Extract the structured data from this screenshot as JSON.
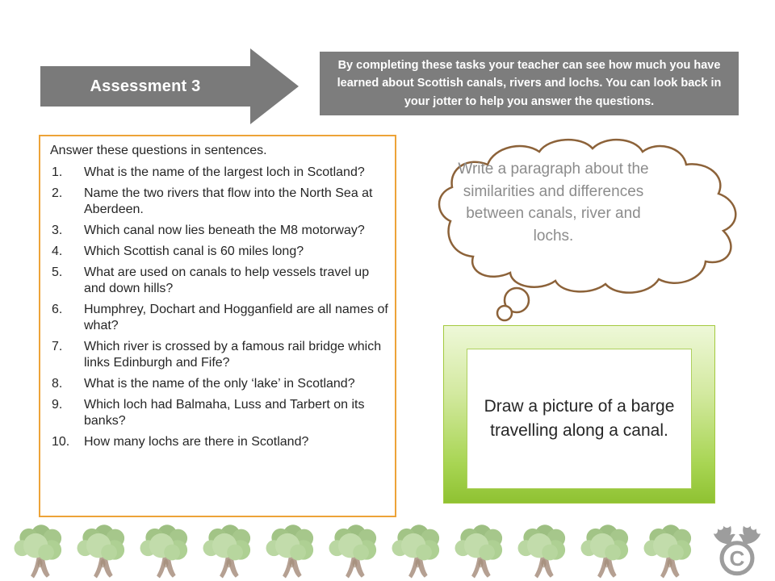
{
  "arrow": {
    "label": "Assessment 3"
  },
  "banner": {
    "text": "By completing these tasks your teacher can see how much you have learned about Scottish canals, rivers and lochs. You can look back in your jotter to help you answer the questions."
  },
  "questions": {
    "intro": "Answer these questions in sentences.",
    "items": [
      "What is the name of the largest loch in Scotland?",
      "Name the two rivers that flow into the North Sea at Aberdeen.",
      "Which canal now lies beneath the M8 motorway?",
      "Which Scottish canal is 60 miles long?",
      "What are used on canals to help vessels travel up and down hills?",
      "Humphrey, Dochart and Hogganfield are all names of what?",
      "Which river is crossed by a famous rail bridge which links Edinburgh and Fife?",
      "What is the name of the only ‘lake’ in Scotland?",
      "Which loch had Balmaha, Luss and Tarbert on its banks?",
      "How many lochs are there in Scotland?"
    ]
  },
  "thought": {
    "text": "Write a paragraph about the similarities and differences between canals, river and lochs."
  },
  "draw": {
    "text": "Draw a picture of a barge travelling along a canal."
  },
  "decorations": {
    "tree_count": 11,
    "logo_icon": "moose-copyright"
  },
  "colors": {
    "arrow_gray": "#7a7a7a",
    "banner_gray": "#7d7d7d",
    "question_border_orange": "#EDA338",
    "cloud_outline_brown": "#8C6239",
    "cloud_text_gray": "#8c8c8c",
    "green_box_top": "#eef8d8",
    "green_box_bottom": "#8fc232",
    "logo_gray": "#9d9d9d"
  }
}
